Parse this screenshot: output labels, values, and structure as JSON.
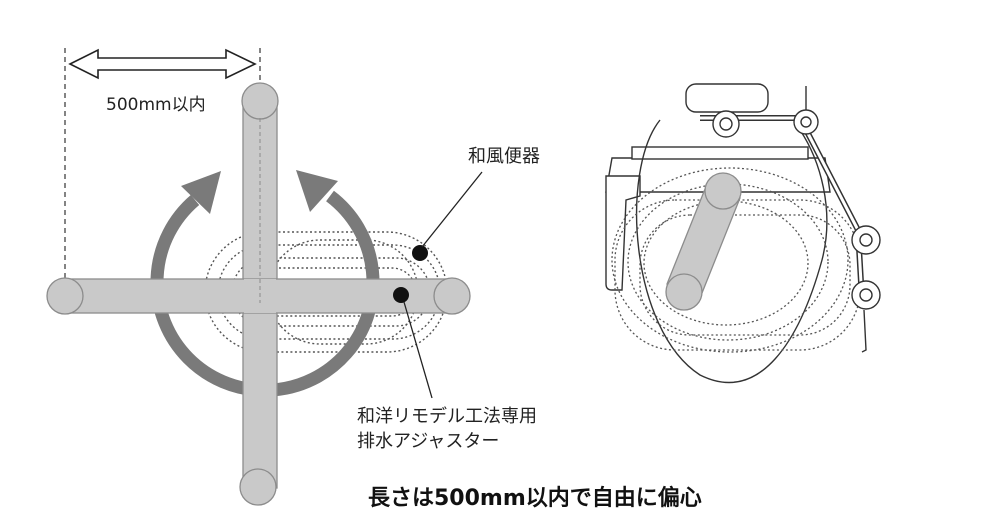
{
  "labels": {
    "dimension": "500mm以内",
    "washiki_toilet": "和風便器",
    "adjuster_line1": "和洋リモデル工法専用",
    "adjuster_line2": "排水アジャスター",
    "caption": "長さは500mm以内で自由に偏心"
  },
  "colors": {
    "pipe_fill": "#c9c9c9",
    "pipe_stroke": "#8c8c8c",
    "arrow_gray": "#7a7a7a",
    "line": "#222222",
    "dot": "#111111"
  }
}
